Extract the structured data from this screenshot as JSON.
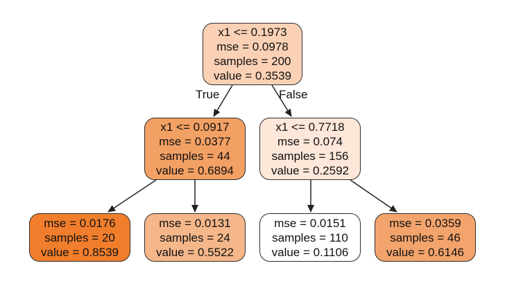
{
  "nodes": {
    "root": {
      "color": "#fbd1b5",
      "lines": [
        "x1 <= 0.1973",
        "mse = 0.0978",
        "samples = 200",
        "value = 0.3539"
      ]
    },
    "left": {
      "color": "#f3a064",
      "lines": [
        "x1 <= 0.0917",
        "mse = 0.0377",
        "samples = 44",
        "value = 0.6894"
      ]
    },
    "right": {
      "color": "#fde7d9",
      "lines": [
        "x1 <= 0.7718",
        "mse = 0.074",
        "samples = 156",
        "value = 0.2592"
      ]
    },
    "ll": {
      "color": "#f17e2c",
      "lines": [
        "mse = 0.0176",
        "samples = 20",
        "value = 0.8539"
      ]
    },
    "lr": {
      "color": "#f5b78a",
      "lines": [
        "mse = 0.0131",
        "samples = 24",
        "value = 0.5522"
      ]
    },
    "rl": {
      "color": "#ffffff",
      "lines": [
        "mse = 0.0151",
        "samples = 110",
        "value = 0.1106"
      ]
    },
    "rr": {
      "color": "#f3a46c",
      "lines": [
        "mse = 0.0359",
        "samples = 46",
        "value = 0.6146"
      ]
    }
  },
  "edge_labels": {
    "true_label": "True",
    "false_label": "False"
  }
}
